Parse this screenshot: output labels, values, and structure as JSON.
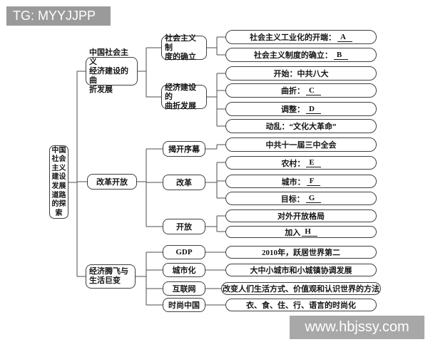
{
  "banner": {
    "tag_text": "TG: MYYJJPP"
  },
  "watermark": {
    "text": "www.hbjssy.com"
  },
  "root": {
    "label": "中国\n社会\n主义\n建设\n发展\n道路\n的探\n索"
  },
  "branches": {
    "economic": {
      "label": "中国社会主义\n经济建设的曲\n折发展"
    },
    "reform_opening": {
      "label": "改革开放"
    },
    "takeoff": {
      "label": "经济腾飞与\n生活巨变"
    }
  },
  "mids": {
    "system": {
      "label": "社会主义制\n度的确立"
    },
    "twists": {
      "label": "经济建设的\n曲折发展"
    },
    "prelude": {
      "label": "揭开序幕"
    },
    "reform": {
      "label": "改革"
    },
    "opening": {
      "label": "开放"
    },
    "gdp": {
      "label": "GDP"
    },
    "urbanization": {
      "label": "城市化"
    },
    "internet": {
      "label": "互联网"
    },
    "fashion": {
      "label": "时尚中国"
    }
  },
  "leaves": [
    {
      "text": "社会主义工业化的开端：",
      "blank": "A"
    },
    {
      "text": "社会主义制度的确立：",
      "blank": "B"
    },
    {
      "text": "开始：中共八大",
      "blank": ""
    },
    {
      "text": "曲折：",
      "blank": "C"
    },
    {
      "text": "调整：",
      "blank": "D"
    },
    {
      "text": "动乱：“文化大革命”",
      "blank": ""
    },
    {
      "text": "中共十一届三中全会",
      "blank": ""
    },
    {
      "text": "农村：",
      "blank": "E"
    },
    {
      "text": "城市：",
      "blank": "F"
    },
    {
      "text": "目标：",
      "blank": "G"
    },
    {
      "text": "对外开放格局",
      "blank": ""
    },
    {
      "text": "加入",
      "blank": "H"
    },
    {
      "text": "2010年，跃居世界第二",
      "blank": ""
    },
    {
      "text": "大中小城市和小城镇协调发展",
      "blank": ""
    },
    {
      "text": "改变人们生活方式、价值观和认识世界的方法",
      "blank": ""
    },
    {
      "text": "衣、食、住、行、语言的时尚化",
      "blank": ""
    }
  ],
  "colors": {
    "banner_bg": "#9a9a9a",
    "watermark_bg": "#a8a8a8",
    "line": "#4c4c4c",
    "border": "#3f3f3f",
    "text": "#151515"
  }
}
